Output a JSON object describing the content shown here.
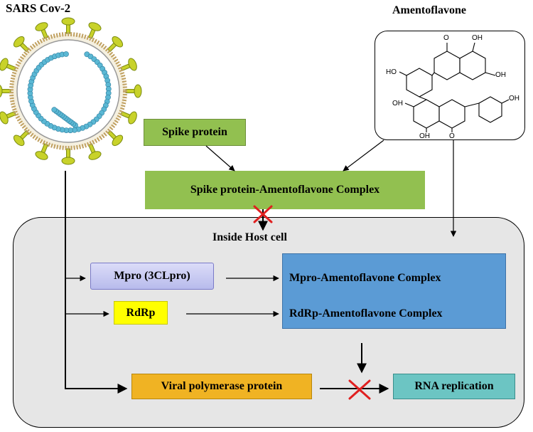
{
  "virus_title": "SARS Cov-2",
  "compound_title": "Amentoflavone",
  "molecule_labels": {
    "o_top": "O",
    "oh_top_right": "OH",
    "oh_right": "OH",
    "ho_left": "HO",
    "oh_far_right": "OH",
    "oh_lower_left": "OH",
    "oh_bottom": "OH",
    "o_bottom": "O"
  },
  "spike_protein": "Spike protein",
  "spike_complex": "Spike protein-Amentoflavone Complex",
  "host_cell_label": "Inside Host cell",
  "mpro": "Mpro (3CLpro)",
  "rdrp": "RdRp",
  "mpro_complex": "Mpro-Amentoflavone Complex",
  "rdrp_complex": "RdRp-Amentoflavone Complex",
  "viral_polymerase": "Viral polymerase protein",
  "rna_replication": "RNA replication",
  "colors": {
    "green_box": "#92c050",
    "blue_box": "#5b9bd5",
    "mpro_box": "#c6c9f0",
    "rdrp_box": "#ffff00",
    "polymerase_box": "#f0b323",
    "rna_box": "#6cc5c3",
    "host_cell": "#e6e6e6",
    "inhibit_x": "#e02020",
    "spike_yellow": "#c8d22a",
    "rna_bead": "#5bb8d4"
  }
}
